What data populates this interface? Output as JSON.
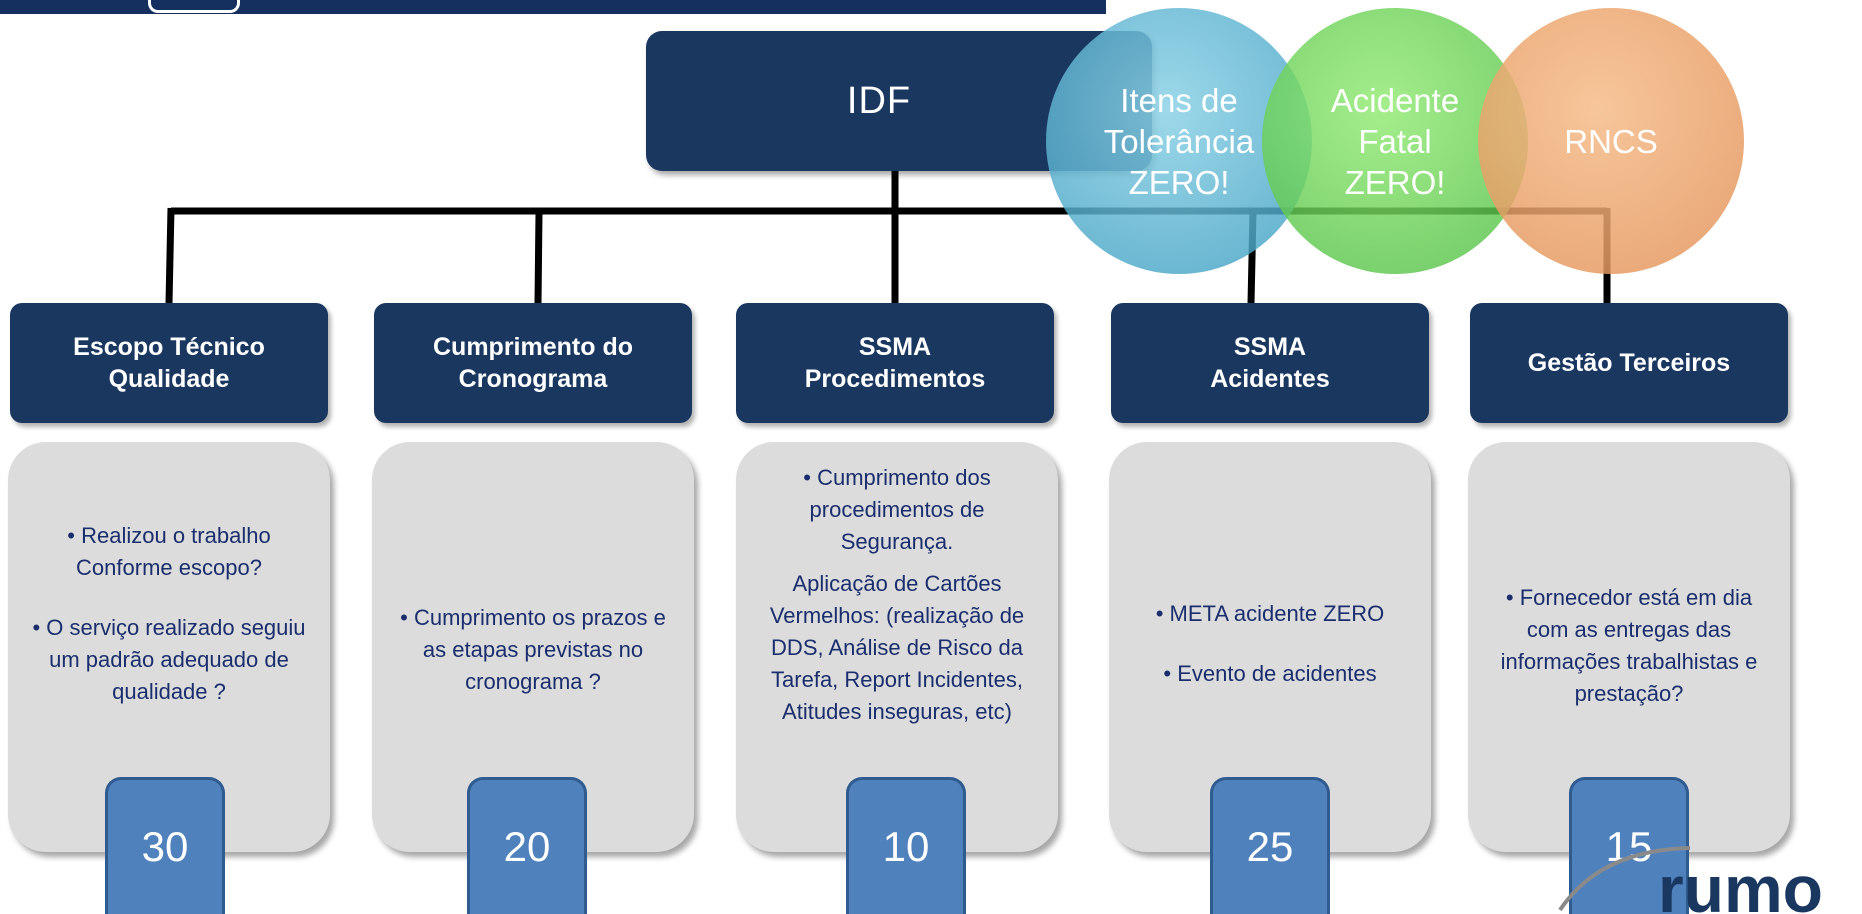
{
  "root": {
    "label": "IDF"
  },
  "circles": [
    {
      "lines": [
        "Itens de",
        "Tolerância",
        "ZERO!"
      ],
      "color": "#5fb4d3"
    },
    {
      "lines": [
        "Acidente",
        "Fatal",
        "ZERO!"
      ],
      "color": "#7cd25a"
    },
    {
      "lines": [
        "RNCS"
      ],
      "color": "#e8a76d"
    }
  ],
  "categories": [
    {
      "title_lines": [
        "Escopo Técnico",
        "Qualidade"
      ],
      "items": [
        "•   Realizou o trabalho Conforme escopo?",
        "•   O serviço realizado seguiu um  padrão adequado de qualidade ?"
      ],
      "score": "30"
    },
    {
      "title_lines": [
        "Cumprimento do",
        "Cronograma"
      ],
      "items": [
        "•   Cumprimento os prazos e  as etapas previstas no cronograma ?"
      ],
      "score": "20"
    },
    {
      "title_lines": [
        "SSMA",
        "Procedimentos"
      ],
      "items": [
        "•   Cumprimento dos procedimentos de Segurança.",
        "Aplicação de Cartões Vermelhos: (realização de DDS, Análise de Risco da Tarefa, Report Incidentes, Atitudes inseguras, etc)"
      ],
      "score": "10"
    },
    {
      "title_lines": [
        "SSMA",
        "Acidentes"
      ],
      "items": [
        "•   META acidente ZERO",
        "•   Evento de acidentes"
      ],
      "score": "25"
    },
    {
      "title_lines": [
        "Gestão Terceiros"
      ],
      "items": [
        "•   Fornecedor está em dia com as entregas  das informações trabalhistas e prestação?"
      ],
      "score": "15"
    }
  ],
  "logo_text": "rumo",
  "colors": {
    "navy": "#1a3760",
    "card": "#dcdcdc",
    "score": "#4f81bd",
    "text": "#1a2e6e"
  }
}
